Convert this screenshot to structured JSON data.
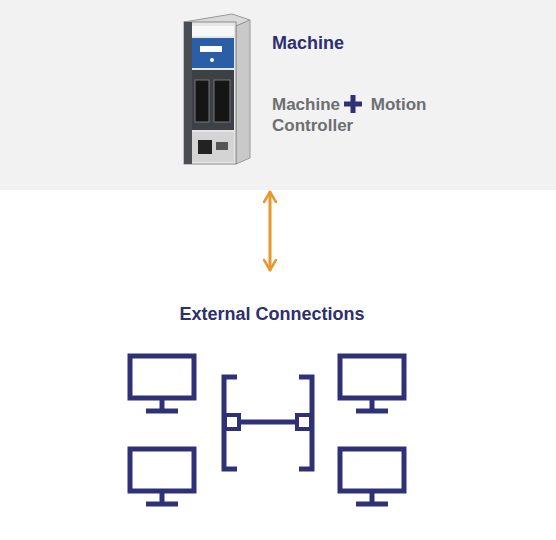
{
  "diagram": {
    "nodes": [
      {
        "text": [
          "Machine",
          "Machine",
          "Motion Controller"
        ]
      },
      {
        "text": [
          "External Connections"
        ]
      }
    ],
    "edges": [
      {
        "from": 0,
        "to": 1,
        "arrow": "both"
      }
    ]
  }
}
